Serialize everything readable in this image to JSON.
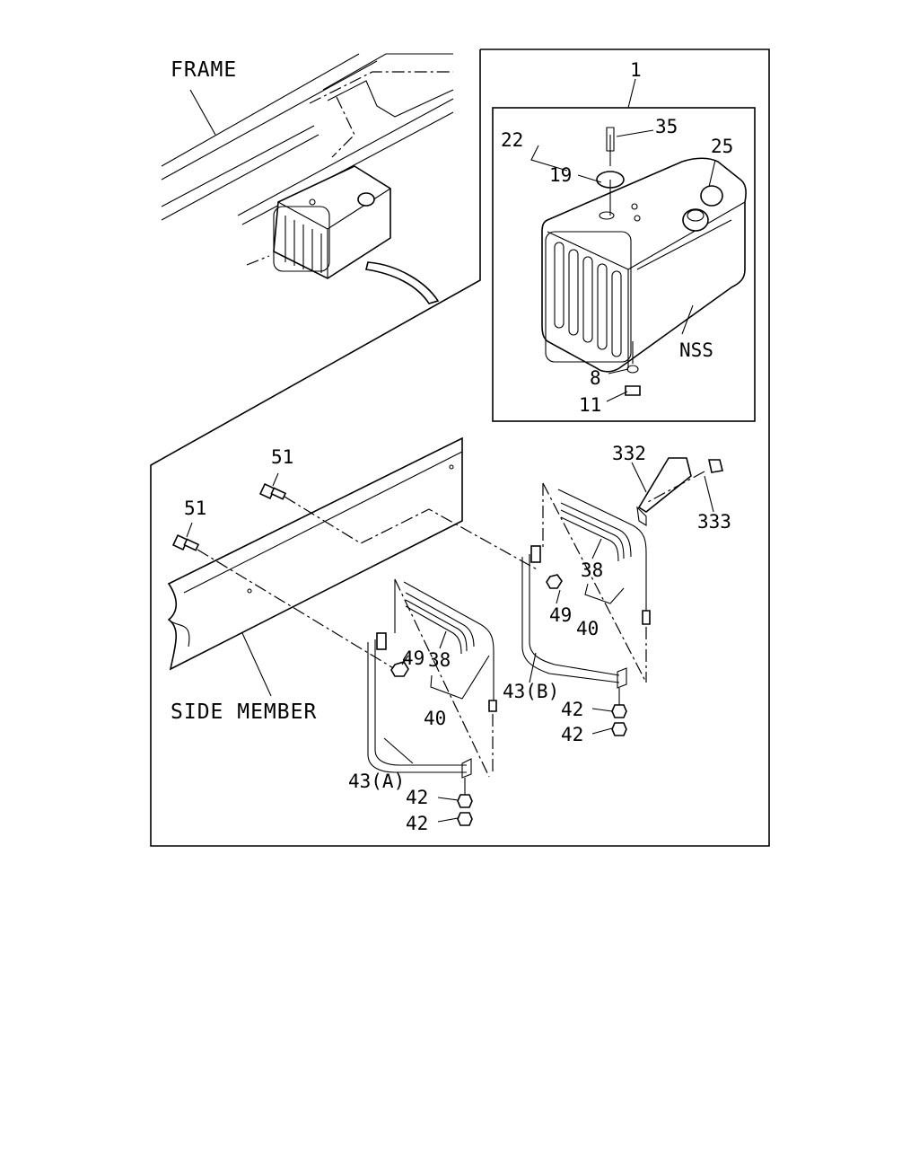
{
  "labels": {
    "frame": "FRAME",
    "side_member": "SIDE MEMBER",
    "nss": "NSS",
    "p1": "1",
    "p35": "35",
    "p22": "22",
    "p19": "19",
    "p25": "25",
    "p8": "8",
    "p11": "11",
    "p332": "332",
    "p333": "333",
    "p51a": "51",
    "p51b": "51",
    "p38a": "38",
    "p38b": "38",
    "p40a": "40",
    "p40b": "40",
    "p49a": "49",
    "p49b": "49",
    "p43a": "43(A)",
    "p43b": "43(B)",
    "p42a": "42",
    "p42b": "42",
    "p42c": "42",
    "p42d": "42"
  }
}
